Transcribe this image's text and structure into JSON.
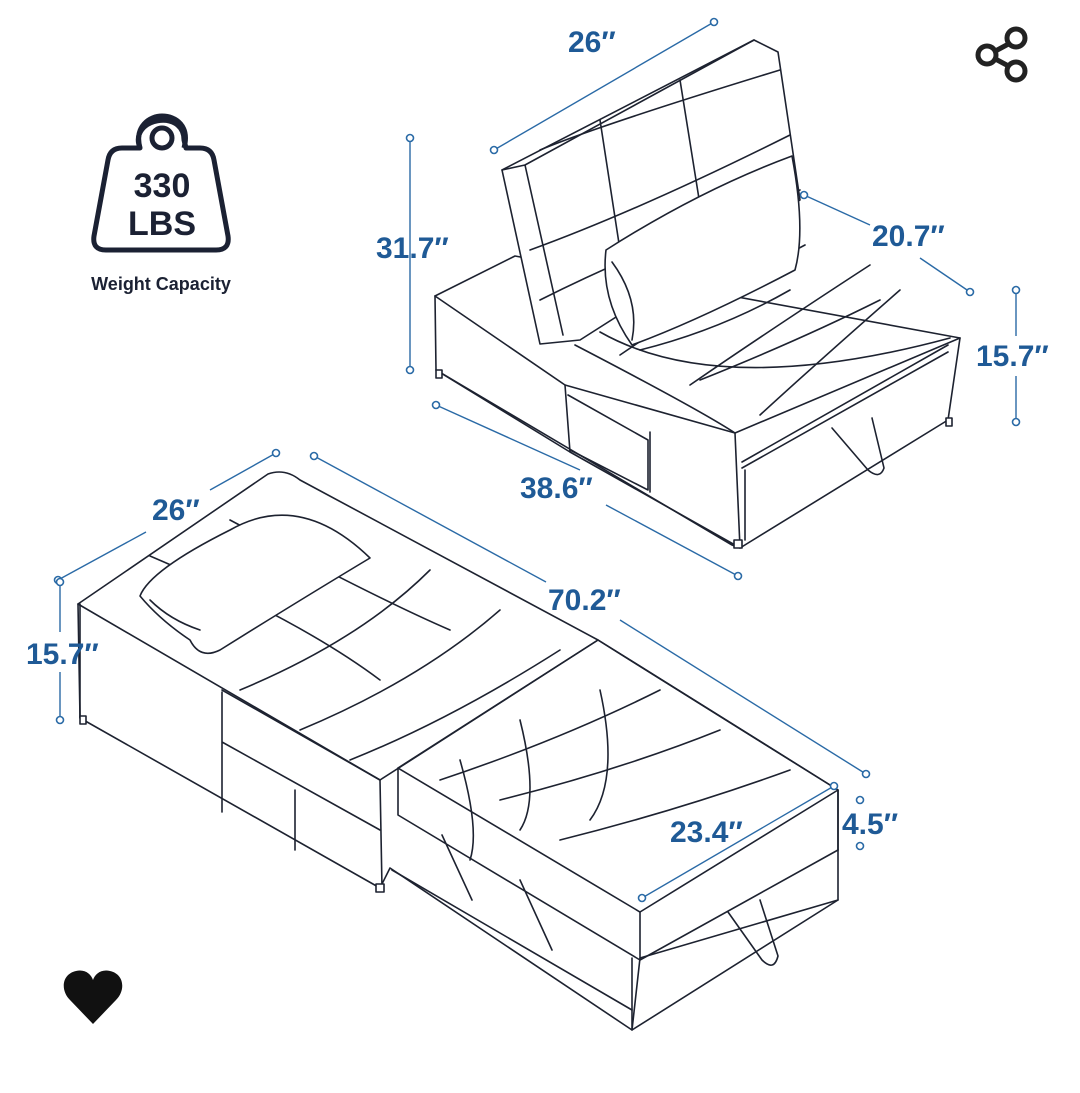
{
  "badge": {
    "value": "330",
    "unit": "LBS",
    "caption": "Weight Capacity"
  },
  "dimensions": {
    "chair_width": "26″",
    "chair_height": "31.7″",
    "chair_depth": "20.7″",
    "chair_seat_height": "15.7″",
    "chair_length": "38.6″",
    "bed_width": "26″",
    "bed_length": "70.2″",
    "bed_height": "15.7″",
    "ottoman_depth": "23.4″",
    "ottoman_thickness": "4.5″"
  },
  "icons": {
    "share": "share-icon",
    "favorite": "heart-icon",
    "weight": "weight-icon"
  },
  "colors": {
    "dimension": "#1f5a96",
    "ink": "#1d2230"
  }
}
